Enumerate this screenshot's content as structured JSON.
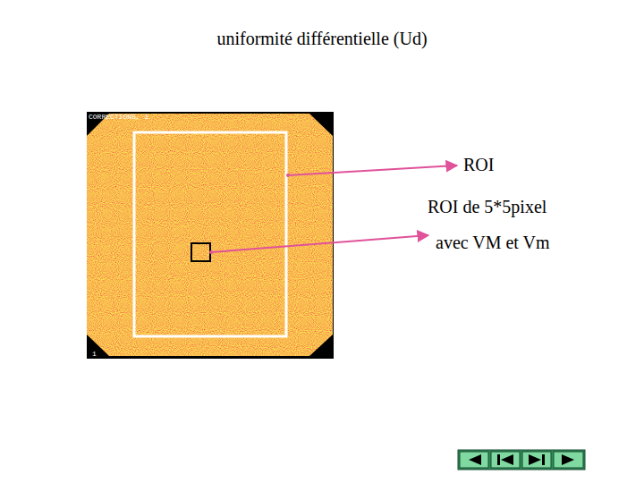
{
  "diagram": {
    "title": "uniformité différentielle (Ud)",
    "labels": [
      "ROI",
      "ROI de 5*5pixel",
      "avec VM et Vm",
      "CORRECTIONS, 1",
      "1"
    ]
  }
}
